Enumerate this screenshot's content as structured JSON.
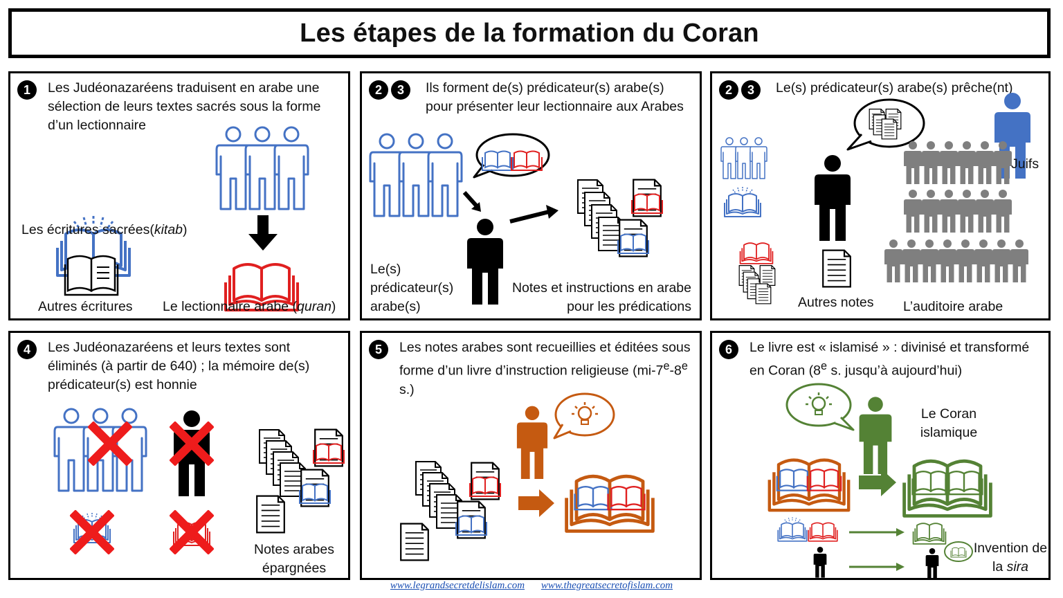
{
  "title": "Les étapes de la formation du Coran",
  "colors": {
    "blue": "#4472c4",
    "red": "#e02020",
    "orange": "#c55a11",
    "green": "#548235",
    "gray": "#7f7f7f",
    "black": "#000000"
  },
  "panels": [
    {
      "badges": [
        "1"
      ],
      "text": "Les Judéonazaréens traduisent en arabe une sélection de leurs textes sacrés sous la forme d’un lectionnaire",
      "labels": {
        "sacred": "Les écritures sacrées(",
        "sacred_em": "kitab",
        "sacred_end": ")",
        "other": "Autres écritures",
        "lect": "Le lectionnaire arabe (",
        "lect_em": "quran",
        "lect_end": ")"
      }
    },
    {
      "badges": [
        "2",
        "3"
      ],
      "text": "Ils forment de(s) prédicateur(s) arabe(s) pour présenter leur lectionnaire aux Arabes",
      "labels": {
        "preacher": "Le(s) prédicateur(s) arabe(s)",
        "notes": "Notes et instructions en arabe pour les prédications"
      }
    },
    {
      "badges": [
        "2",
        "3"
      ],
      "text": "Le(s) prédicateur(s) arabe(s) prêche(nt)",
      "labels": {
        "jews": "Juifs",
        "other_notes": "Autres notes",
        "audience": "L’auditoire arabe"
      }
    },
    {
      "badges": [
        "4"
      ],
      "text": "Les Judéonazaréens et leurs textes sont éliminés (à partir de 640) ; la mémoire de(s) prédicateur(s) est honnie",
      "labels": {
        "spared": "Notes arabes épargnées"
      }
    },
    {
      "badges": [
        "5"
      ],
      "text_a": "Les notes arabes sont recueillies et éditées sous forme d’un livre d’instruction religieuse (mi-7",
      "sup1": "e",
      "text_b": "-8",
      "sup2": "e",
      "text_c": " s.)"
    },
    {
      "badges": [
        "6"
      ],
      "text_a": "Le livre est « islamisé » : divinisé et transformé en Coran (8",
      "sup1": "e",
      "text_b": " s. jusqu’à aujourd’hui)",
      "labels": {
        "coran": "Le Coran islamique",
        "invention": "Invention de la ",
        "invention_em": "sira"
      }
    }
  ],
  "footer": {
    "link1": "www.legrandsecretdelislam.com",
    "link2": "www.thegreatsecretofislam.com"
  },
  "icons": [
    "book-icon",
    "person-icon",
    "document-icon",
    "speech-bubble-icon",
    "arrow-icon",
    "cross-icon",
    "lightbulb-icon"
  ]
}
